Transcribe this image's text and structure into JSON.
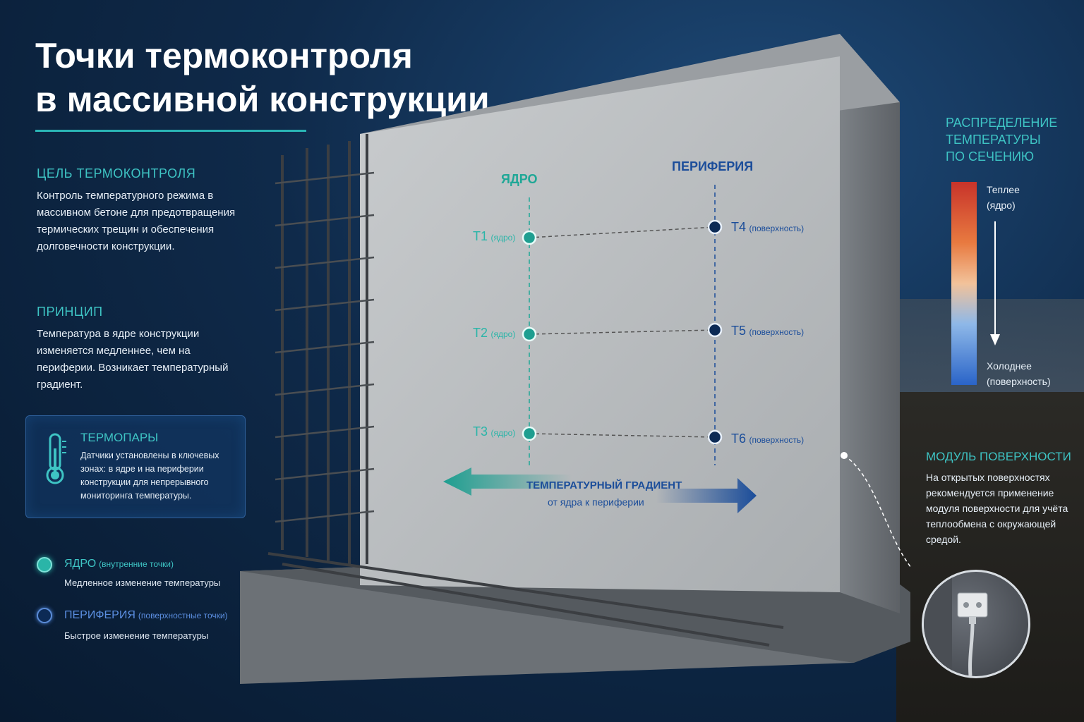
{
  "title": "Точки термоконтроля в массивной конструкции",
  "title_lines": [
    "Точки термоконтроля",
    "в массивной конструкции"
  ],
  "goal": {
    "heading": "ЦЕЛЬ ТЕРМОКОНТРОЛЯ",
    "text": "Контроль температурного режима в массивном бетоне для предотвращения термических трещин и обеспечения долговечности конструкции."
  },
  "principle": {
    "heading": "ПРИНЦИП",
    "text": "Температура в ядре конструкции изменяется медленнее, чем на периферии. Возникает температурный градиент."
  },
  "thermocouples": {
    "heading": "ТЕРМОПАРЫ",
    "text": "Датчики установлены в ключевых зонах: в ядре и на периферии конструкции для непрерывного мониторинга температуры.",
    "icon": "thermometer-icon"
  },
  "legend": {
    "core": {
      "name": "ЯДРО",
      "sub": "(внутренние точки)",
      "desc": "Медленное изменение температуры",
      "color": "#2ab5a8"
    },
    "periphery": {
      "name": "ПЕРИФЕРИЯ",
      "sub": "(поверхностные точки)",
      "desc": "Быстрое изменение температуры",
      "color": "#0c2a55"
    }
  },
  "wall": {
    "core_header": "ЯДРО",
    "periphery_header": "ПЕРИФЕРИЯ",
    "core_points": [
      {
        "id": "T1",
        "sub": "(ядро)"
      },
      {
        "id": "T2",
        "sub": "(ядро)"
      },
      {
        "id": "T3",
        "sub": "(ядро)"
      }
    ],
    "periphery_points": [
      {
        "id": "T4",
        "sub": "(поверхность)"
      },
      {
        "id": "T5",
        "sub": "(поверхность)"
      },
      {
        "id": "T6",
        "sub": "(поверхность)"
      }
    ],
    "gradient_label": "ТЕМПЕРАТУРНЫЙ ГРАДИЕНТ",
    "gradient_sub": "от ядра к периферии"
  },
  "distribution": {
    "heading": "РАСПРЕДЕЛЕНИЕ ТЕМПЕРАТУРЫ ПО СЕЧЕНИЮ",
    "heading_lines": [
      "РАСПРЕДЕЛЕНИЕ",
      "ТЕМПЕРАТУРЫ",
      "ПО СЕЧЕНИЮ"
    ],
    "warm": "Теплее",
    "warm_sub": "(ядро)",
    "cold": "Холоднее",
    "cold_sub": "(поверхность)",
    "warm_color": "#c8332a",
    "cold_color": "#2a64c8"
  },
  "surface_module": {
    "heading": "МОДУЛЬ ПОВЕРХНОСТИ",
    "text": "На открытых поверхностях рекомендуется применение модуля поверхности для учёта теплообмена с окружающей средой."
  },
  "colors": {
    "accent": "#3ec4c4",
    "periphery_blue": "#1b4d9a"
  }
}
